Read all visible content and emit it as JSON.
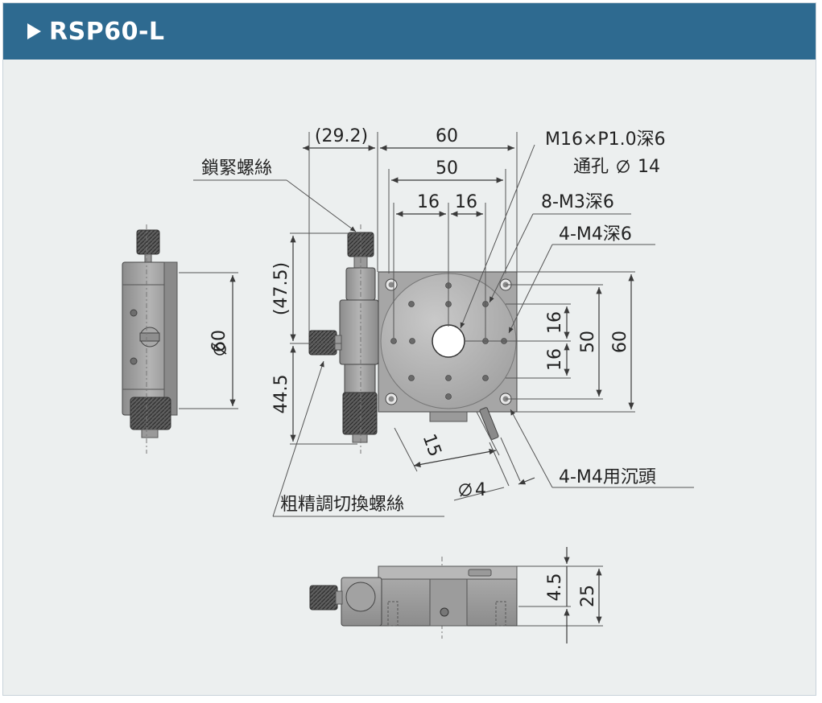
{
  "header": {
    "title": "RSP60-L",
    "color": "#2e6a90"
  },
  "annotations": {
    "offset": "(29.2)",
    "width_outer": "60",
    "width_mid": "50",
    "pitch_a": "16",
    "pitch_b": "16",
    "thread_center": "M16×P1.0深6",
    "through_hole": "通孔",
    "through_hole_dia": "14",
    "holes_m3": "8-M3深6",
    "holes_m4": "4-M4深6",
    "lock_screw": "鎖緊螺絲",
    "height_upper": "(47.5)",
    "height_lower": "44.5",
    "diameter_side": "60",
    "pitch_right_a": "16",
    "pitch_right_b": "16",
    "height_right_mid": "50",
    "height_right_outer": "60",
    "dim_15": "15",
    "dim_phi4": "4",
    "counterbore": "4-M4用沉頭",
    "adjust_screw": "粗精調切換螺絲",
    "dim_4_5": "4.5",
    "dim_25": "25"
  }
}
